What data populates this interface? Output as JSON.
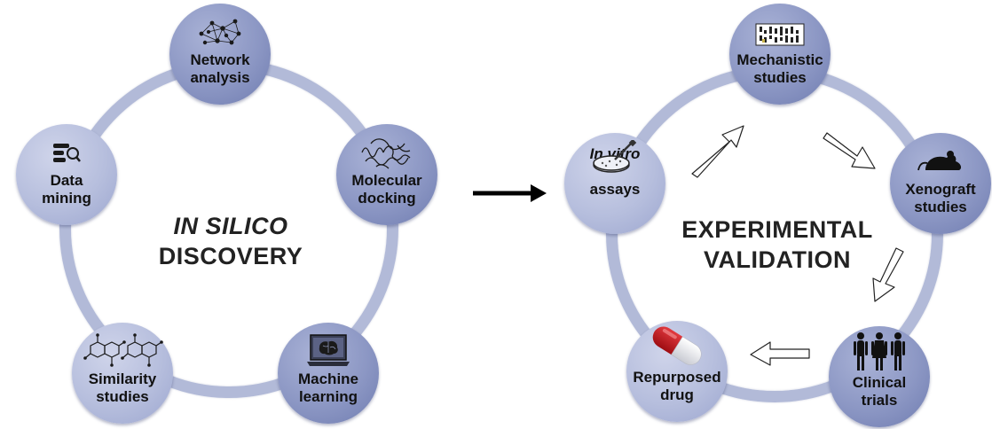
{
  "left": {
    "title_line1": "IN SILICO",
    "title_line2": "DISCOVERY",
    "nodes": {
      "network": "Network\nanalysis",
      "docking": "Molecular\ndocking",
      "ml": "Machine\nlearning",
      "similarity": "Similarity\nstudies",
      "mining": "Data\nmining"
    }
  },
  "right": {
    "title_line1": "EXPERIMENTAL",
    "title_line2": "VALIDATION",
    "nodes": {
      "mechanistic": "Mechanistic\nstudies",
      "xenograft": "Xenograft\nstudies",
      "clinical": "Clinical\ntrials",
      "repurposed": "Repurposed\ndrug",
      "invitro_line1": "In vitro",
      "invitro_line2": "assays"
    }
  },
  "colors": {
    "ring": "#b2bad8",
    "node_dark": "#8c97c4",
    "node_light": "#b6bedd",
    "capsule_red": "#c0131a"
  },
  "icons": [
    "network-graph-icon",
    "protein-structure-icon",
    "brain-laptop-icon",
    "molecule-icon",
    "database-search-icon",
    "gel-blot-icon",
    "mouse-icon",
    "human-figures-icon",
    "capsule-icon",
    "petri-dish-pipette-icon"
  ]
}
